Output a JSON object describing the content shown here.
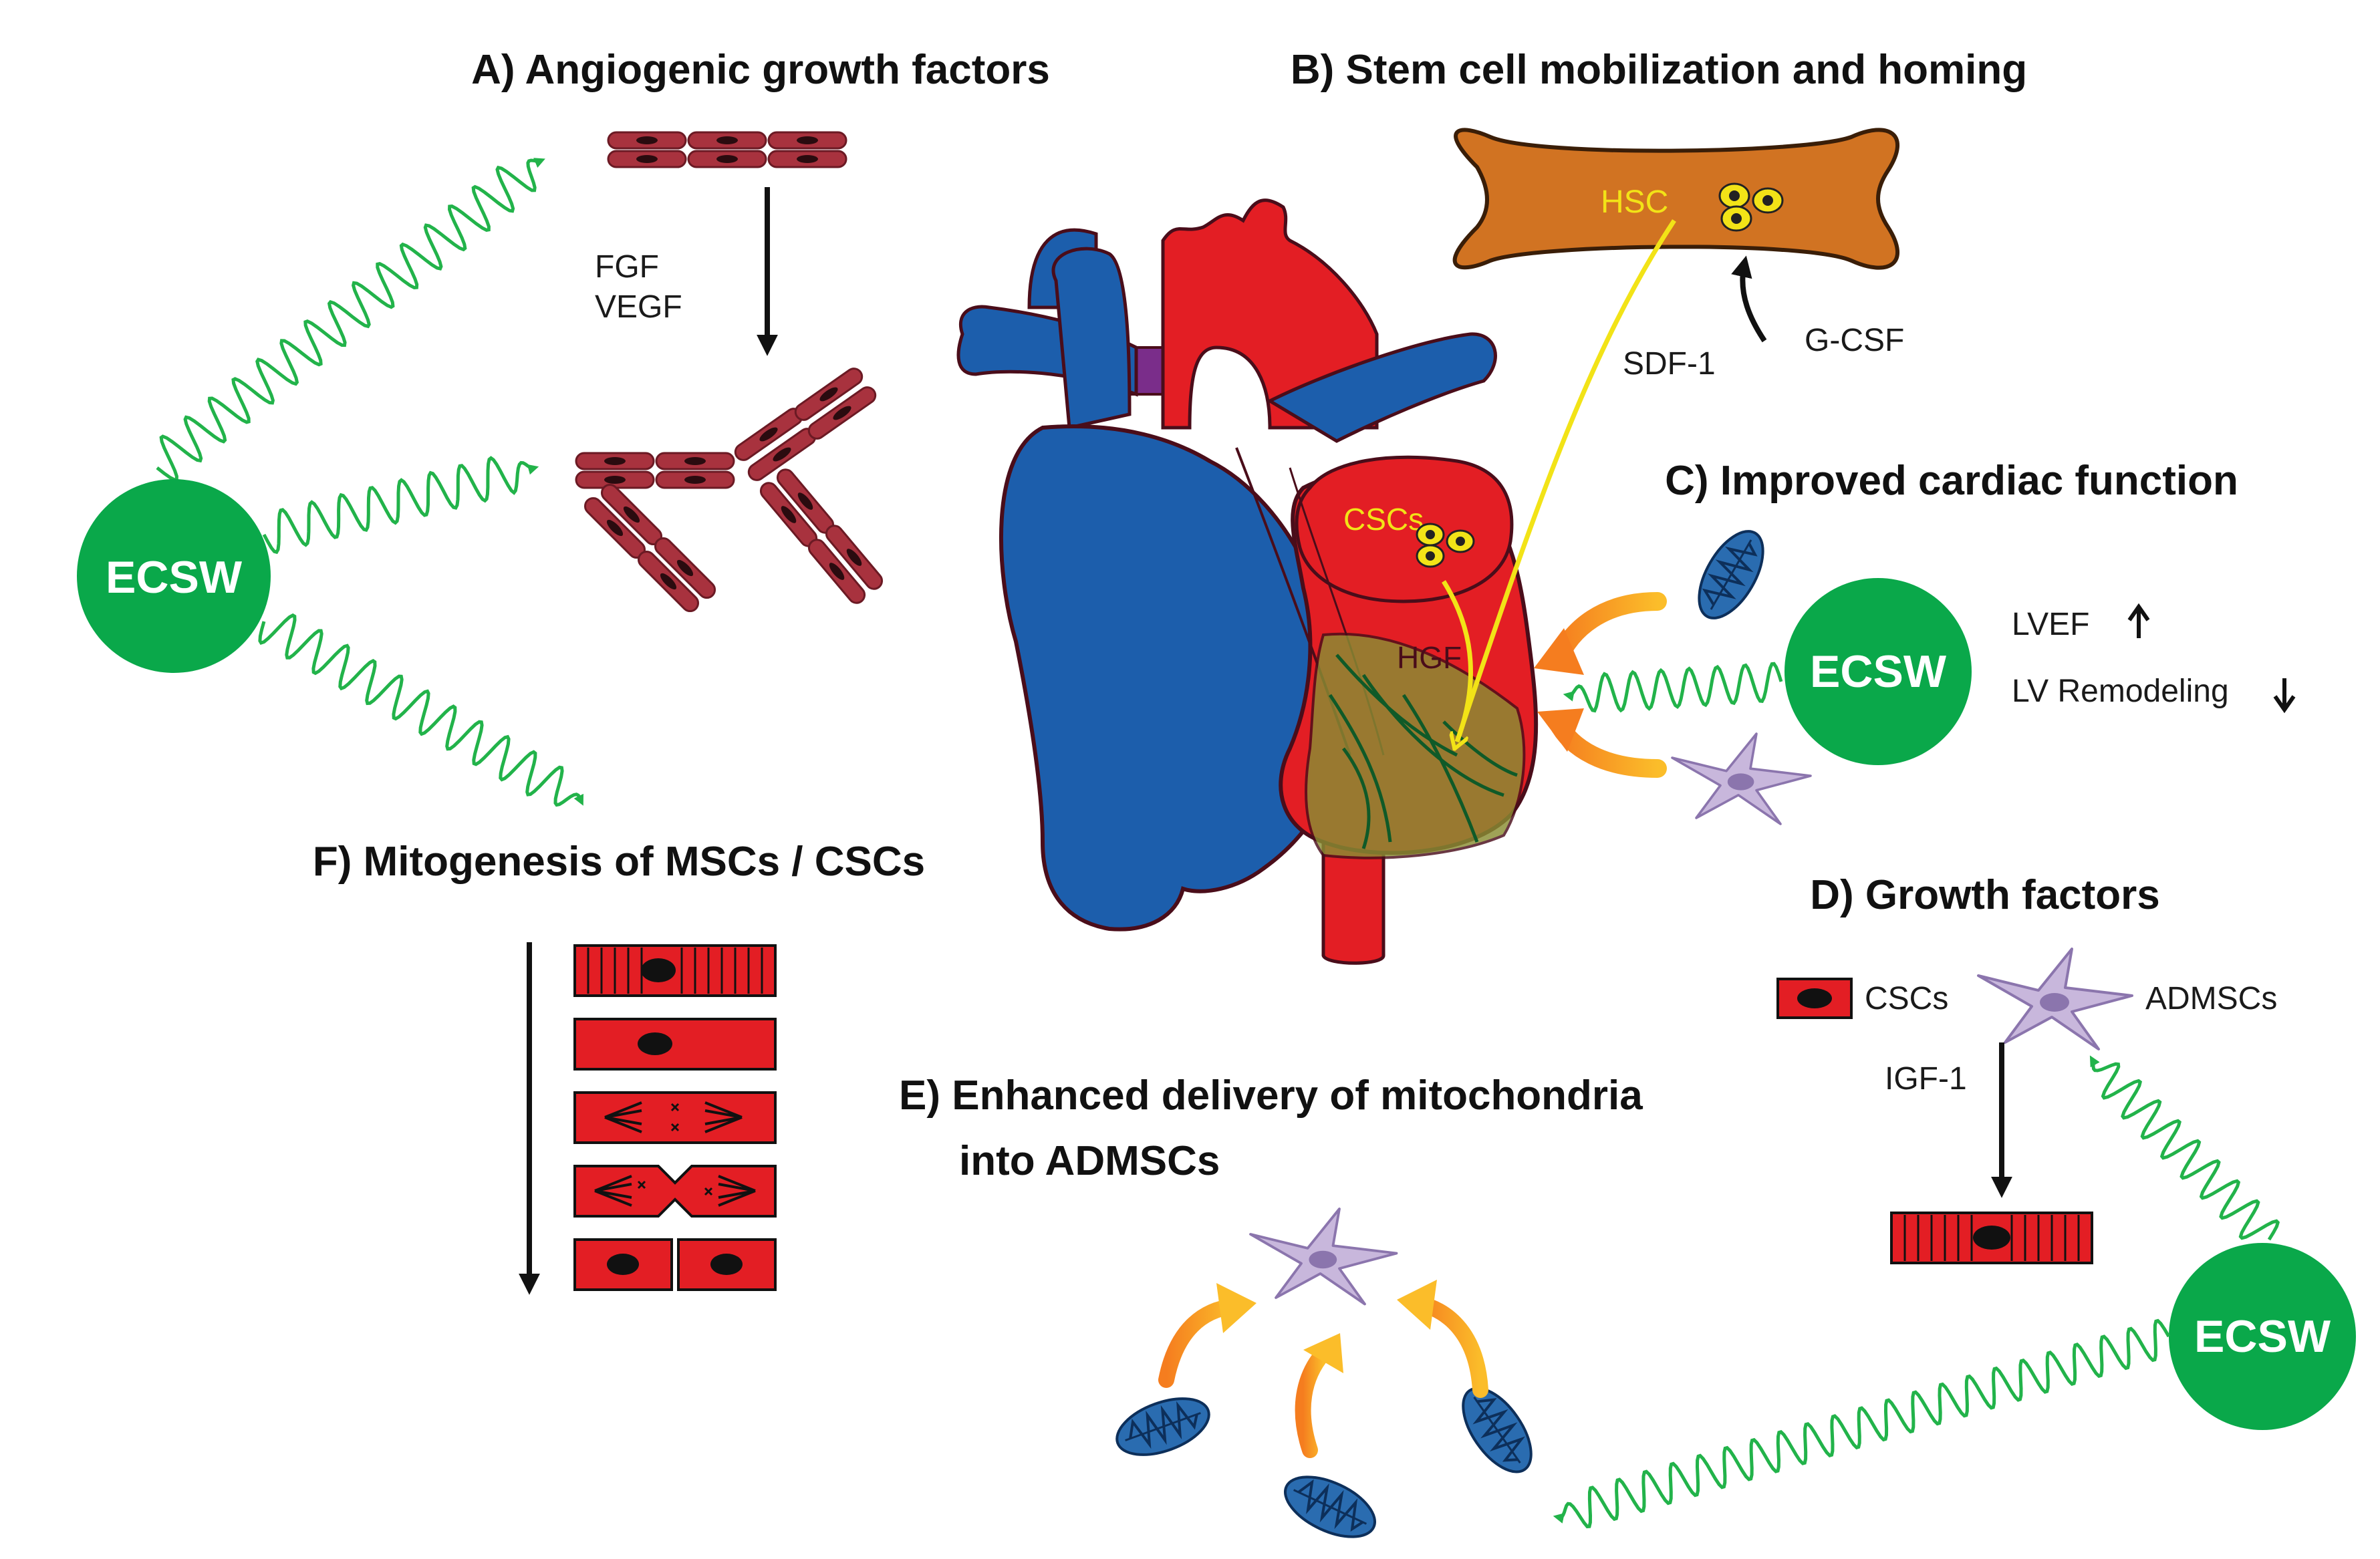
{
  "sections": {
    "a": {
      "title": "A) Angiogenic growth factors",
      "factor_1": "FGF",
      "factor_2": "VEGF"
    },
    "b": {
      "title": "B) Stem cell mobilization and homing",
      "hsc": "HSC",
      "sdf": "SDF-1",
      "gcsf": "G-CSF"
    },
    "c": {
      "title": "C) Improved cardiac function",
      "lvef": "LVEF",
      "lv_remodeling": "LV Remodeling"
    },
    "d": {
      "title": "D) Growth factors",
      "cscs": "CSCs",
      "admscs": "ADMSCs",
      "igf": "IGF-1"
    },
    "e": {
      "title_line1": "E) Enhanced delivery of mitochondria",
      "title_line2": "into ADMSCs"
    },
    "f": {
      "title": "F) Mitogenesis of MSCs / CSCs"
    }
  },
  "heart": {
    "cscs": "CSCs",
    "hgf": "HGF"
  },
  "ecsw": {
    "label": "ECSW"
  },
  "colors": {
    "ecsw_green": "#0aa84a",
    "wave_green": "#22b34a",
    "heart_red": "#e31e24",
    "vessel_blue": "#1c5eac",
    "bone_orange": "#d17322",
    "stem_yellow": "#f2e317",
    "ischemic_olive": "#8a8e33",
    "mito_blue": "#2a6cb0",
    "msc_lavender": "#c8b7dc",
    "endothelial": "#a8323e",
    "arrow_orange": "#f59a1a"
  }
}
